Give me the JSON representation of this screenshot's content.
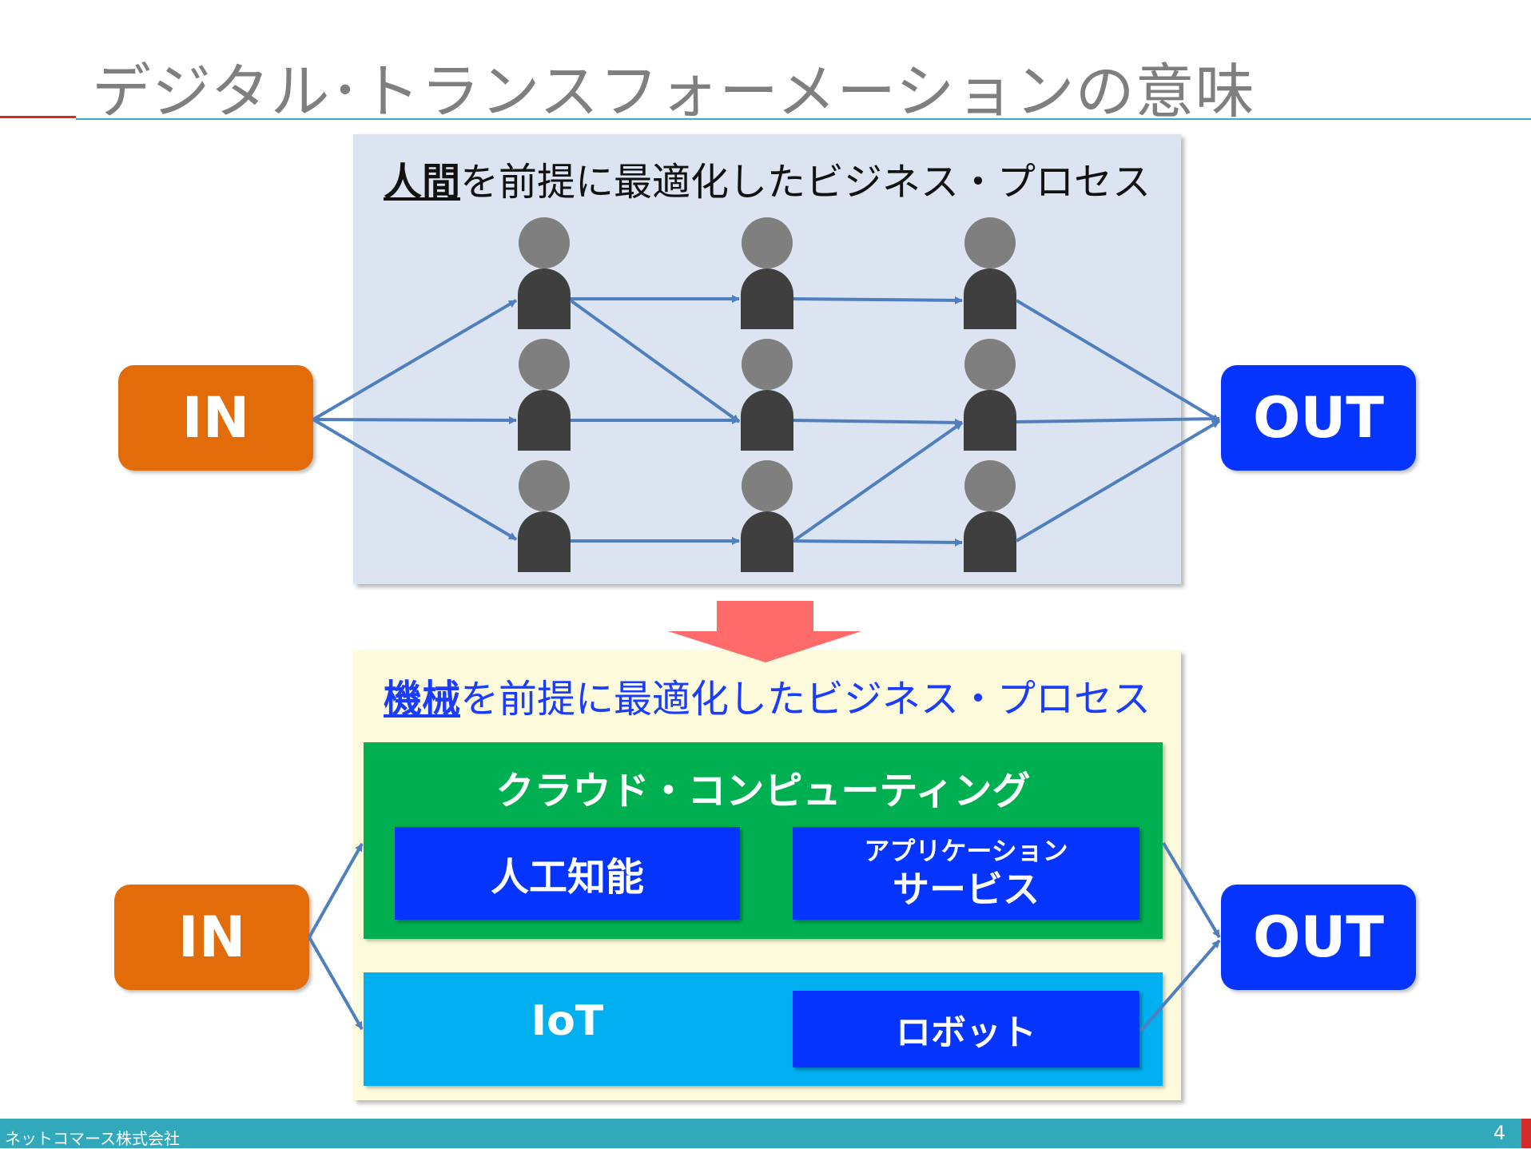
{
  "slide": {
    "title": "デジタル･トランスフォーメーションの意味",
    "footer_company": "ネットコマース株式会社",
    "page_number": "4"
  },
  "human_section": {
    "title_emphasis": "人間",
    "title_rest": "を前提に最適化したビジネス・プロセス",
    "in_label": "IN",
    "out_label": "OUT"
  },
  "machine_section": {
    "title_emphasis": "機械",
    "title_rest": "を前提に最適化したビジネス・プロセス",
    "in_label": "IN",
    "out_label": "OUT",
    "cloud_title": "クラウド・コンピューティング",
    "ai_label": "人工知能",
    "app_line1": "アプリケーション",
    "app_line2": "サービス",
    "iot_label": "IoT",
    "robot_label": "ロボット"
  },
  "colors": {
    "in_box": "#e36c0a",
    "out_box": "#0634ff",
    "cloud": "#00b050",
    "iot": "#00b0f0",
    "arrow": "#4f7fbf",
    "down_arrow": "#ff6b6b",
    "footer": "#31a9bb"
  }
}
